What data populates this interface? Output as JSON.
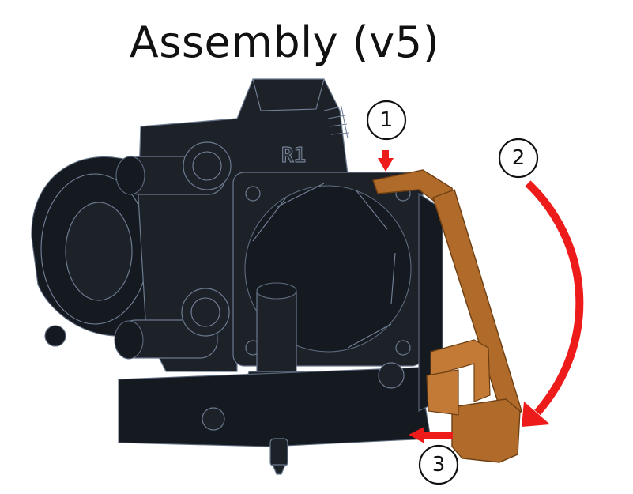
{
  "title": "Assembly (v5)",
  "part_label": "R1",
  "steps": [
    {
      "number": "1"
    },
    {
      "number": "2"
    },
    {
      "number": "3"
    }
  ],
  "colors": {
    "arrow": "#ee1b1b",
    "tool": "#b06a2a",
    "body": "#1d2229",
    "edge": "#6b7a8f"
  }
}
